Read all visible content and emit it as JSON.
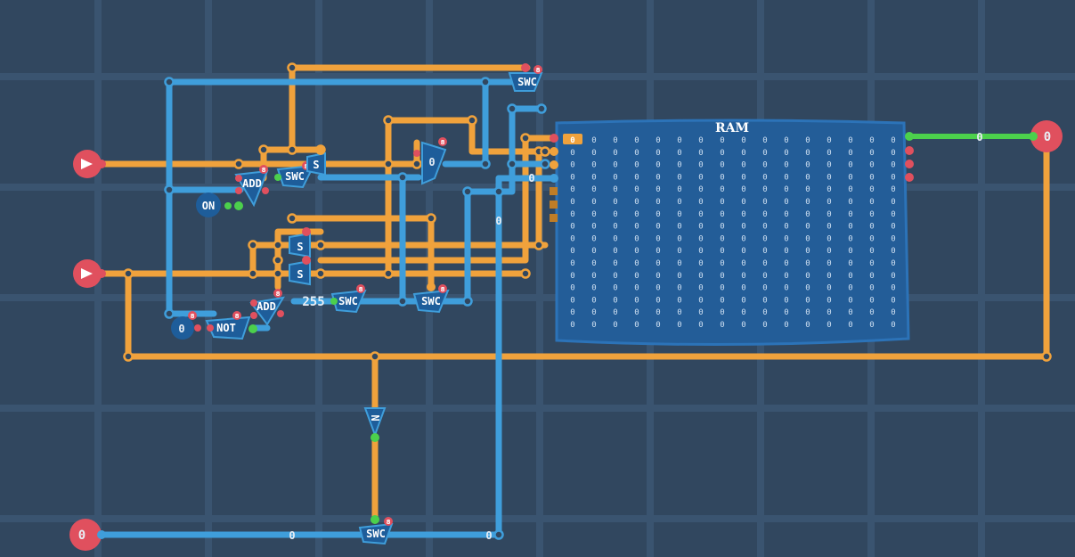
{
  "colors": {
    "background": "#31475f",
    "grid": "#3a5470",
    "wire_orange": "#f0a23c",
    "wire_blue": "#3f9edb",
    "wire_green": "#4cd04c",
    "port_red": "#e0505e",
    "component": "#1e5d9a",
    "ram_body": "#235d98"
  },
  "inputs": {
    "top_input_icon": "play-arrow-icon",
    "mid_input_icon": "play-arrow-icon",
    "bottom_input_value": "0"
  },
  "output": {
    "value": "0",
    "wire_value": "0"
  },
  "components": {
    "add_top": "ADD",
    "add_bottom": "ADD",
    "swc_top": "SWC",
    "swc_main": "SWC",
    "swc_mid_a": "SWC",
    "swc_mid_b": "SWC",
    "swc_bottom": "SWC",
    "on_const": "ON",
    "not_gate": "NOT",
    "const_zero": "0",
    "const_255": "255",
    "switch_s1": "S",
    "switch_s2": "S",
    "switch_s3": "S",
    "neg_gate": "N",
    "reg_value": "0"
  },
  "badges": {
    "swc_top": "8",
    "add_top": "8",
    "swc_main": "8",
    "reg": "8",
    "add_bottom": "8",
    "swc_mid_a": "8",
    "swc_mid_b": "8",
    "const_zero": "8",
    "not_gate": "8",
    "swc_bottom": "8"
  },
  "wire_values": {
    "ram_addr": "0",
    "vertical": "0",
    "bottom_left": "0",
    "bottom_right": "0"
  },
  "ram": {
    "title": "RAM",
    "address_highlight": "0",
    "rows": 16,
    "cols": 16,
    "cell_value": "0"
  }
}
